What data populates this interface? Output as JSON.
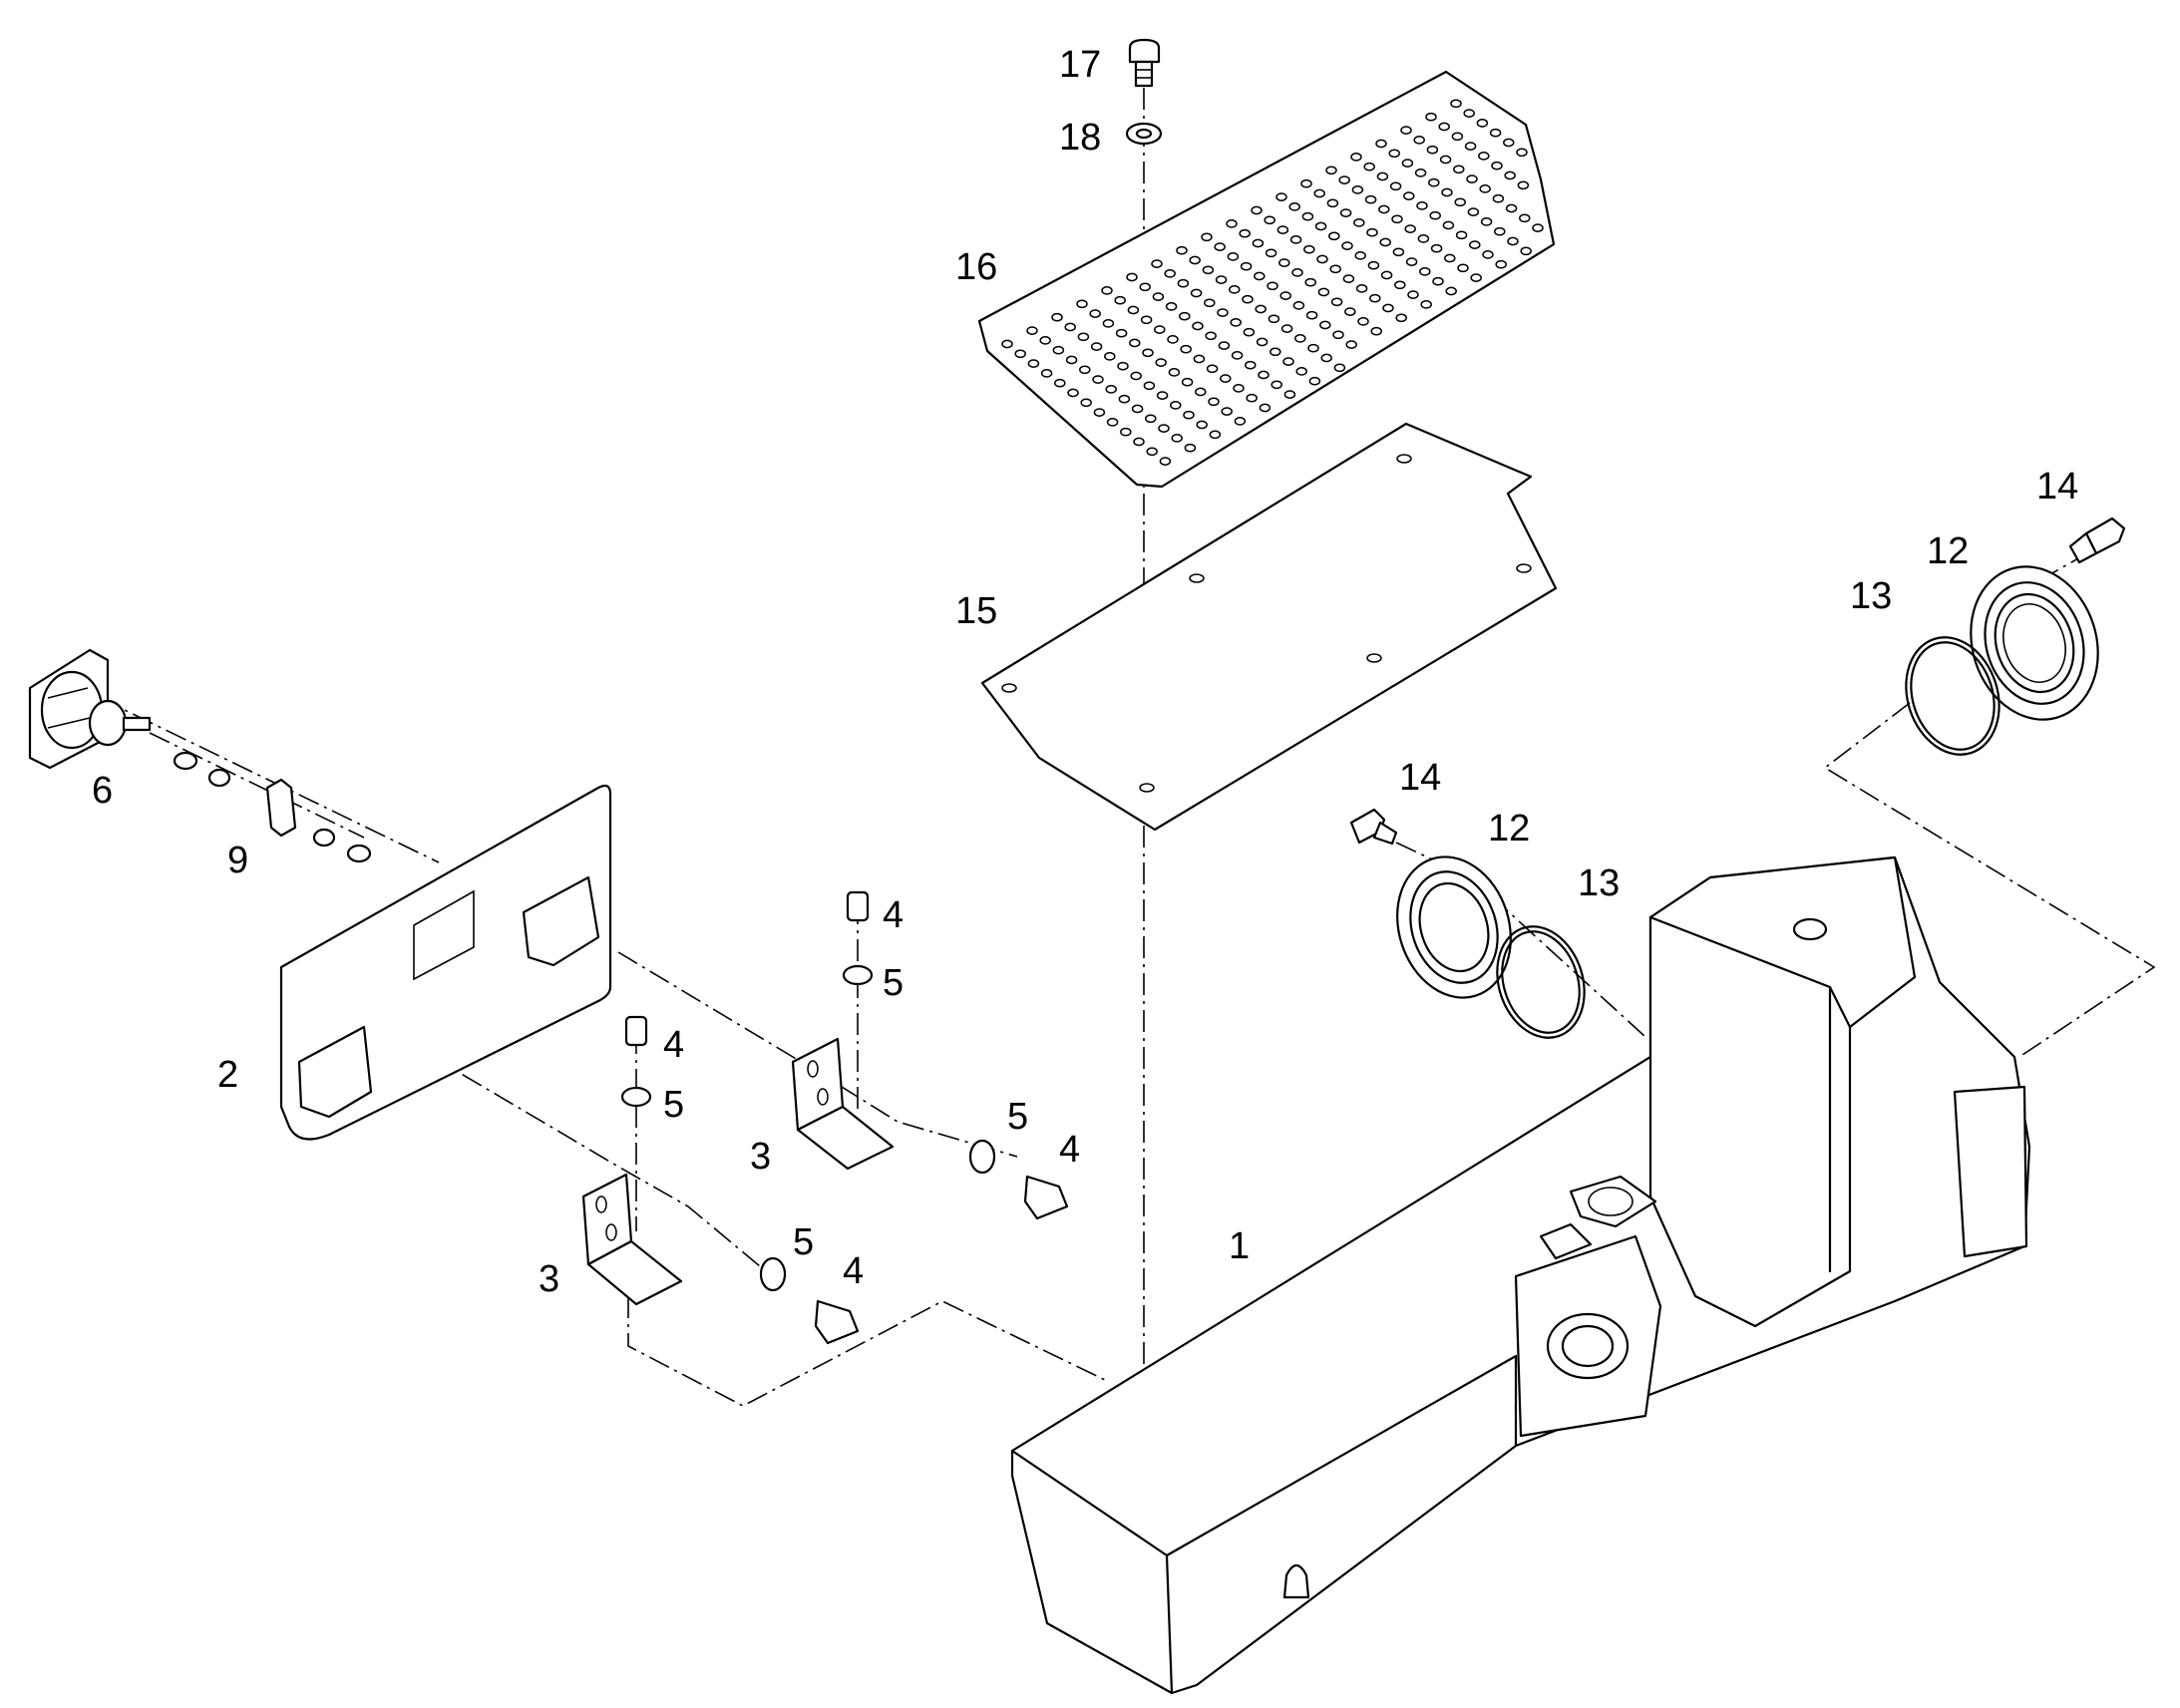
{
  "callouts": [
    {
      "id": "c17",
      "text": "17"
    },
    {
      "id": "c18",
      "text": "18"
    },
    {
      "id": "c16",
      "text": "16"
    },
    {
      "id": "c15",
      "text": "15"
    },
    {
      "id": "c14a",
      "text": "14"
    },
    {
      "id": "c12a",
      "text": "12"
    },
    {
      "id": "c13a",
      "text": "13"
    },
    {
      "id": "c14b",
      "text": "14"
    },
    {
      "id": "c12b",
      "text": "12"
    },
    {
      "id": "c13b",
      "text": "13"
    },
    {
      "id": "c6",
      "text": "6"
    },
    {
      "id": "c9",
      "text": "9"
    },
    {
      "id": "c2",
      "text": "2"
    },
    {
      "id": "c4a",
      "text": "4"
    },
    {
      "id": "c5a",
      "text": "5"
    },
    {
      "id": "c4b",
      "text": "4"
    },
    {
      "id": "c5b",
      "text": "5"
    },
    {
      "id": "c3a",
      "text": "3"
    },
    {
      "id": "c5c",
      "text": "5"
    },
    {
      "id": "c4c",
      "text": "4"
    },
    {
      "id": "c1",
      "text": "1"
    },
    {
      "id": "c3b",
      "text": "3"
    },
    {
      "id": "c5d",
      "text": "5"
    },
    {
      "id": "c4d",
      "text": "4"
    }
  ]
}
